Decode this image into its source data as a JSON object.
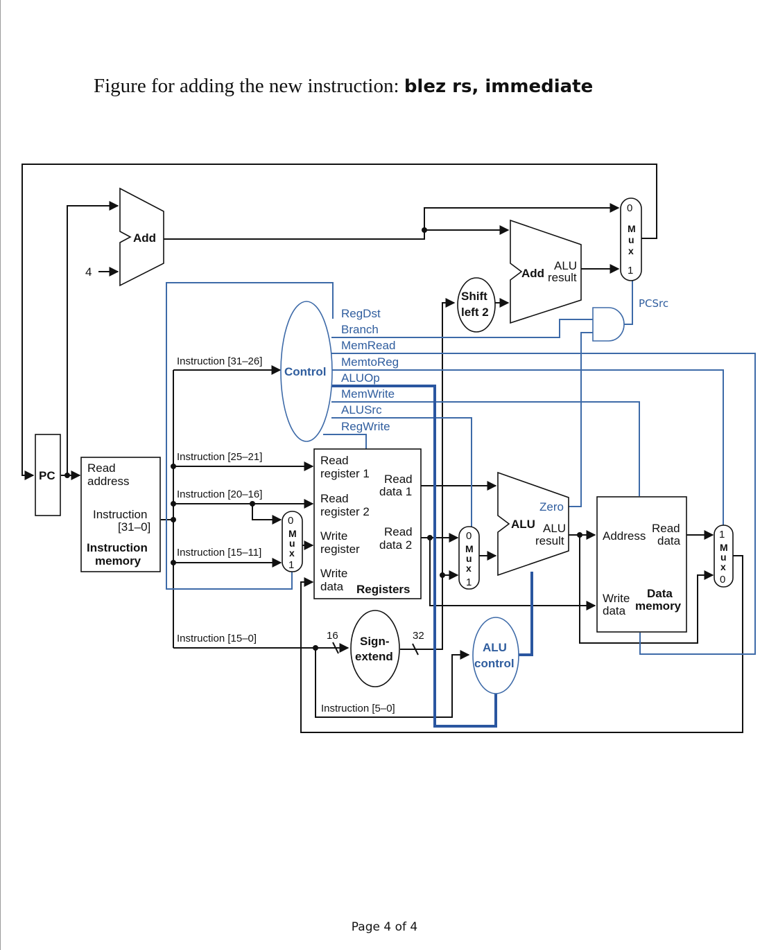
{
  "title": {
    "prefix": "Figure for adding the new instruction: ",
    "instruction": "blez rs, immediate"
  },
  "footer": {
    "page": "Page 4 of 4"
  },
  "diagram": {
    "pc": "PC",
    "constant_four": "4",
    "pc_adder": "Add",
    "branch_adder": {
      "name": "Add",
      "result_line1": "ALU",
      "result_line2": "result"
    },
    "shift_left": {
      "line1": "Shift",
      "line2": "left 2"
    },
    "pc_mux": {
      "in0": "0",
      "letters": [
        "M",
        "u",
        "x"
      ],
      "in1": "1"
    },
    "pcsrc": "PCSrc",
    "control": {
      "name": "Control",
      "signals": [
        "RegDst",
        "Branch",
        "MemRead",
        "MemtoReg",
        "ALUOp",
        "MemWrite",
        "ALUSrc",
        "RegWrite"
      ]
    },
    "instruction_memory": {
      "read_address_line1": "Read",
      "read_address_line2": "address",
      "instruction_line1": "Instruction",
      "instruction_line2": "[31–0]",
      "name_line1": "Instruction",
      "name_line2": "memory"
    },
    "instruction_fields": {
      "op": "Instruction [31–26]",
      "rs": "Instruction [25–21]",
      "rt": "Instruction [20–16]",
      "rd": "Instruction [15–11]",
      "imm": "Instruction [15–0]",
      "funct": "Instruction [5–0]"
    },
    "regdst_mux": {
      "in0": "0",
      "letters": [
        "M",
        "u",
        "x"
      ],
      "in1": "1"
    },
    "registers": {
      "read_reg1_line1": "Read",
      "read_reg1_line2": "register 1",
      "read_reg2_line1": "Read",
      "read_reg2_line2": "register 2",
      "write_reg_line1": "Write",
      "write_reg_line2": "register",
      "write_data_line1": "Write",
      "write_data_line2": "data",
      "read_data1_line1": "Read",
      "read_data1_line2": "data 1",
      "read_data2_line1": "Read",
      "read_data2_line2": "data 2",
      "name": "Registers"
    },
    "sign_extend": {
      "line1": "Sign-",
      "line2": "extend",
      "in_width": "16",
      "out_width": "32"
    },
    "alusrc_mux": {
      "in0": "0",
      "letters": [
        "M",
        "u",
        "x"
      ],
      "in1": "1"
    },
    "alu": {
      "name": "ALU",
      "zero": "Zero",
      "result_line1": "ALU",
      "result_line2": "result"
    },
    "alu_control": {
      "line1": "ALU",
      "line2": "control"
    },
    "data_memory": {
      "address": "Address",
      "read_data_line1": "Read",
      "read_data_line2": "data",
      "write_data_line1": "Write",
      "write_data_line2": "data",
      "name_line1": "Data",
      "name_line2": "memory"
    },
    "memtoreg_mux": {
      "in1": "1",
      "letters": [
        "M",
        "u",
        "x"
      ],
      "in0": "0"
    }
  }
}
